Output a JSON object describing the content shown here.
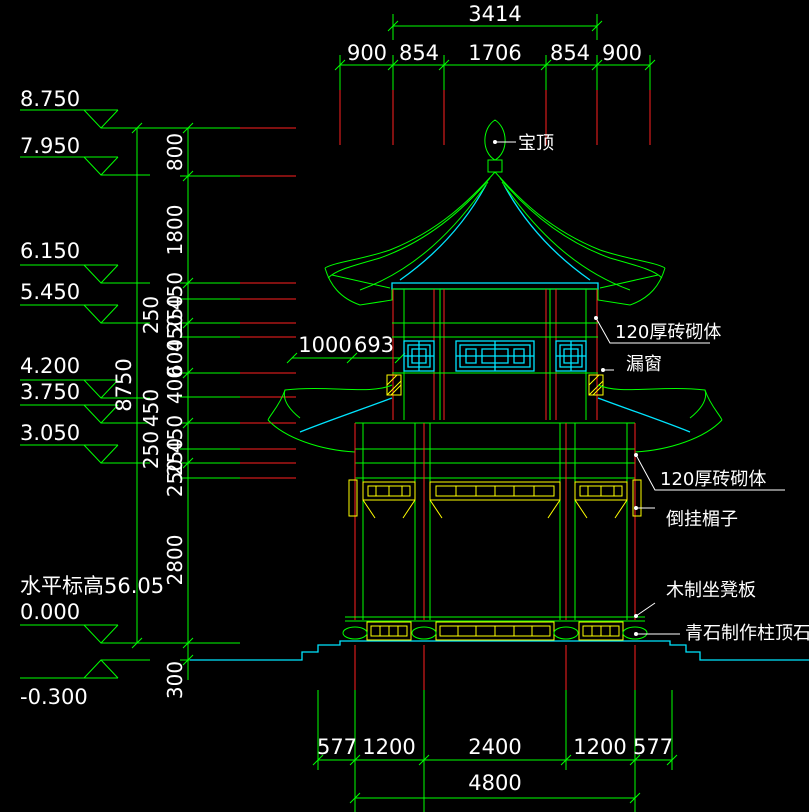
{
  "colors": {
    "background": "#000000",
    "green": "#00ff00",
    "red": "#ff2020",
    "cyan": "#00e5ff",
    "yellow": "#ffff00",
    "white": "#ffffff"
  },
  "top_dims": {
    "overall": "3414",
    "segments": [
      "900",
      "854",
      "1706",
      "854",
      "900"
    ]
  },
  "bottom_dims": {
    "segments": [
      "577",
      "1200",
      "2400",
      "1200",
      "577"
    ],
    "overall": "4800"
  },
  "elevations": {
    "levels": [
      "8.750",
      "7.950",
      "6.150",
      "5.450",
      "4.200",
      "3.750",
      "3.050",
      "0.000",
      "-0.300"
    ],
    "datum_note": "水平标高56.05"
  },
  "vertical_dims": {
    "total": "8750",
    "segments": [
      "800",
      "1800",
      "250",
      "450",
      "250",
      "450",
      "600",
      "400",
      "450",
      "250",
      "450",
      "250",
      "250",
      "2800",
      "300"
    ]
  },
  "mid_dims": [
    "1000",
    "693"
  ],
  "labels": {
    "finial": "宝顶",
    "brick_wall_upper": "120厚砖砌体",
    "lattice_window": "漏窗",
    "brick_wall_lower": "120厚砖砌体",
    "hanging_fascia": "倒挂楣子",
    "wood_bench": "木制坐凳板",
    "column_base": "青石制作柱顶石"
  }
}
